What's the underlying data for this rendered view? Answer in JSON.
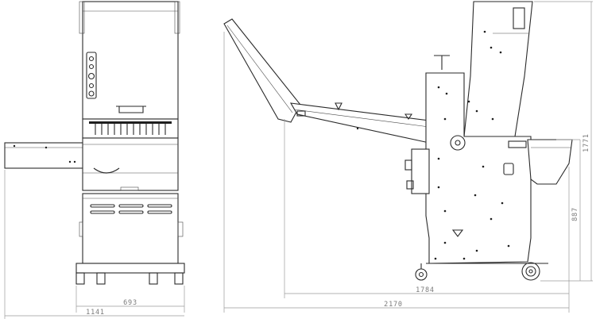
{
  "dimensions": {
    "front_inner_width": "693",
    "front_total_width": "1141",
    "side_base_length": "1784",
    "side_total_length": "2170",
    "side_table_height": "887",
    "side_total_height": "1771"
  },
  "colors": {
    "line": "#2a2a2a",
    "dimension": "#9a9a9a",
    "background": "#ffffff"
  }
}
